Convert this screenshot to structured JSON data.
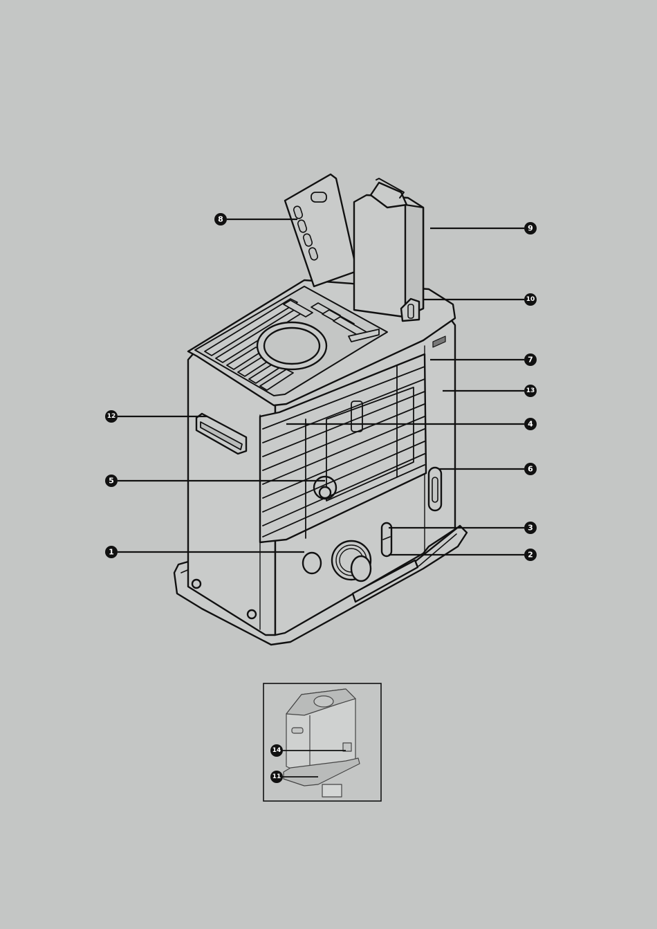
{
  "diagram": {
    "palette": {
      "background": "#c4c6c5",
      "body": "#c9cbca",
      "line": "#111111",
      "callout_fill": "#111111",
      "callout_text": "#ffffff"
    },
    "main_callouts": [
      "8",
      "9",
      "10",
      "7",
      "13",
      "12",
      "4",
      "6",
      "5",
      "3",
      "1",
      "2"
    ],
    "inset_callouts": [
      "14",
      "11"
    ]
  }
}
